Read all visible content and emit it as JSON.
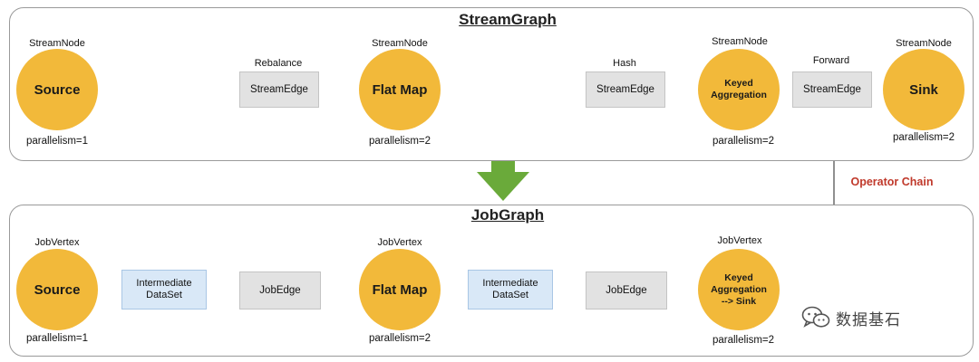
{
  "stream_graph": {
    "title": "StreamGraph",
    "nodes": [
      {
        "id": "source",
        "header": "StreamNode",
        "name": "Source",
        "parallelism": "parallelism=1"
      },
      {
        "id": "flatmap",
        "header": "StreamNode",
        "name": "Flat Map",
        "parallelism": "parallelism=2"
      },
      {
        "id": "keyed",
        "header": "StreamNode",
        "name_lines": [
          "Keyed",
          "Aggregation"
        ],
        "parallelism": "parallelism=2"
      },
      {
        "id": "sink",
        "header": "StreamNode",
        "name": "Sink",
        "parallelism": "parallelism=2"
      }
    ],
    "edges": [
      {
        "partitioner": "Rebalance",
        "label": "StreamEdge"
      },
      {
        "partitioner": "Hash",
        "label": "StreamEdge"
      },
      {
        "partitioner": "Forward",
        "label": "StreamEdge"
      }
    ]
  },
  "job_graph": {
    "title": "JobGraph",
    "vertices": [
      {
        "id": "source",
        "header": "JobVertex",
        "name": "Source",
        "parallelism": "parallelism=1"
      },
      {
        "id": "flatmap",
        "header": "JobVertex",
        "name": "Flat Map",
        "parallelism": "parallelism=2"
      },
      {
        "id": "keyed-sink",
        "header": "JobVertex",
        "name_lines": [
          "Keyed",
          "Aggregation",
          "--> Sink"
        ],
        "parallelism": "parallelism=2"
      }
    ],
    "intermediate_datasets": [
      {
        "lines": [
          "Intermediate",
          "DataSet"
        ]
      },
      {
        "lines": [
          "Intermediate",
          "DataSet"
        ]
      }
    ],
    "job_edges": [
      {
        "label": "JobEdge"
      },
      {
        "label": "JobEdge"
      }
    ]
  },
  "annotations": {
    "operator_chain": "Operator Chain",
    "operator_chain_color": "#c0392b"
  },
  "colors": {
    "node_fill": "#f2b93a",
    "edge_box_fill": "#e2e2e2",
    "dataset_fill": "#d9e8f7",
    "transform_arrow": "#6aaa3a"
  },
  "watermark": {
    "icon": "wechat-icon",
    "text": "数据基石"
  }
}
